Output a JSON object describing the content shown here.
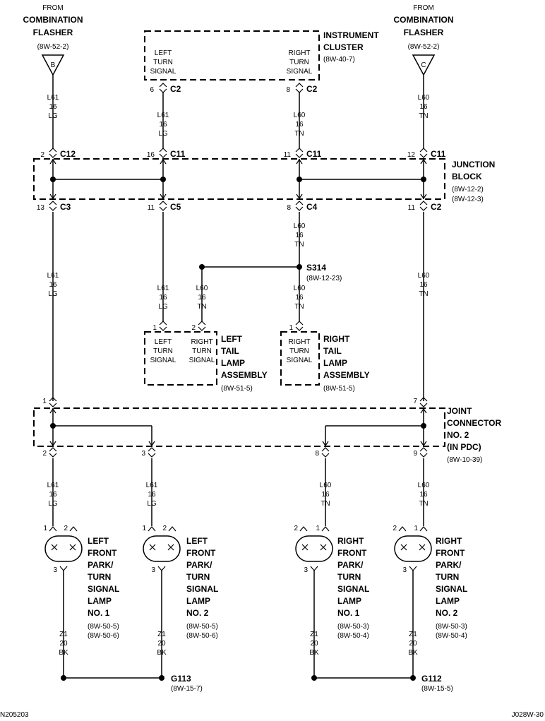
{
  "flashers": {
    "left": {
      "from": "FROM",
      "name1": "COMBINATION",
      "name2": "FLASHER",
      "ref": "(8W-52-2)",
      "pin": "B"
    },
    "right": {
      "from": "FROM",
      "name1": "COMBINATION",
      "name2": "FLASHER",
      "ref": "(8W-52-2)",
      "pin": "C"
    }
  },
  "cluster": {
    "title1": "INSTRUMENT",
    "title2": "CLUSTER",
    "ref": "(8W-40-7)",
    "left": [
      "LEFT",
      "TURN",
      "SIGNAL"
    ],
    "right": [
      "RIGHT",
      "TURN",
      "SIGNAL"
    ],
    "left_pin": "6",
    "left_conn": "C2",
    "right_pin": "8",
    "right_conn": "C2"
  },
  "wires": {
    "w1": [
      "L61",
      "16",
      "LG"
    ],
    "w2": [
      "L61",
      "16",
      "LG"
    ],
    "w3": [
      "L60",
      "16",
      "TN"
    ],
    "w4": [
      "L60",
      "16",
      "TN"
    ],
    "w5": [
      "L60",
      "16",
      "TN"
    ],
    "w6": [
      "L61",
      "16",
      "LG"
    ],
    "w7": [
      "L61",
      "16",
      "LG"
    ],
    "w8": [
      "L60",
      "16",
      "TN"
    ],
    "w9": [
      "L60",
      "16",
      "TN"
    ],
    "w10": [
      "L60",
      "16",
      "TN"
    ],
    "w11": [
      "L61",
      "16",
      "LG"
    ],
    "w12": [
      "L61",
      "16",
      "LG"
    ],
    "w13": [
      "L60",
      "16",
      "TN"
    ],
    "w14": [
      "L60",
      "16",
      "TN"
    ],
    "g1": [
      "Z1",
      "20",
      "BK"
    ],
    "g2": [
      "Z1",
      "20",
      "BK"
    ],
    "g3": [
      "Z1",
      "20",
      "BK"
    ],
    "g4": [
      "Z1",
      "20",
      "BK"
    ]
  },
  "junction": {
    "title1": "JUNCTION",
    "title2": "BLOCK",
    "ref1": "(8W-12-2)",
    "ref2": "(8W-12-3)",
    "top": [
      {
        "pin": "2",
        "conn": "C12"
      },
      {
        "pin": "16",
        "conn": "C11"
      },
      {
        "pin": "11",
        "conn": "C11"
      },
      {
        "pin": "12",
        "conn": "C11"
      }
    ],
    "bottom": [
      {
        "pin": "13",
        "conn": "C3"
      },
      {
        "pin": "11",
        "conn": "C5"
      },
      {
        "pin": "8",
        "conn": "C4"
      },
      {
        "pin": "11",
        "conn": "C2"
      }
    ]
  },
  "splice": {
    "name": "S314",
    "ref": "(8W-12-23)"
  },
  "left_tail": {
    "pin1": "1",
    "pin2": "2",
    "left": [
      "LEFT",
      "TURN",
      "SIGNAL"
    ],
    "right": [
      "RIGHT",
      "TURN",
      "SIGNAL"
    ],
    "title": [
      "LEFT",
      "TAIL",
      "LAMP",
      "ASSEMBLY"
    ],
    "ref": "(8W-51-5)"
  },
  "right_tail": {
    "pin1": "1",
    "inner": [
      "RIGHT",
      "TURN",
      "SIGNAL"
    ],
    "title": [
      "RIGHT",
      "TAIL",
      "LAMP",
      "ASSEMBLY"
    ],
    "ref": "(8W-51-5)"
  },
  "joint": {
    "title": [
      "JOINT",
      "CONNECTOR",
      "NO. 2",
      "(IN PDC)"
    ],
    "ref": "(8W-10-39)",
    "pins_top": [
      "1",
      "7"
    ],
    "pins_bottom": [
      "2",
      "3",
      "8",
      "9"
    ]
  },
  "lamps": [
    {
      "pin_in": "1",
      "pin_x": "2",
      "pin_g": "3",
      "title": [
        "LEFT",
        "FRONT",
        "PARK/",
        "TURN",
        "SIGNAL",
        "LAMP",
        "NO. 1"
      ],
      "ref1": "(8W-50-5)",
      "ref2": "(8W-50-6)"
    },
    {
      "pin_in": "1",
      "pin_x": "2",
      "pin_g": "3",
      "title": [
        "LEFT",
        "FRONT",
        "PARK/",
        "TURN",
        "SIGNAL",
        "LAMP",
        "NO. 2"
      ],
      "ref1": "(8W-50-5)",
      "ref2": "(8W-50-6)"
    },
    {
      "pin_in": "1",
      "pin_x": "2",
      "pin_g": "3",
      "title": [
        "RIGHT",
        "FRONT",
        "PARK/",
        "TURN",
        "SIGNAL",
        "LAMP",
        "NO. 1"
      ],
      "ref1": "(8W-50-3)",
      "ref2": "(8W-50-4)"
    },
    {
      "pin_in": "1",
      "pin_x": "2",
      "pin_g": "3",
      "title": [
        "RIGHT",
        "FRONT",
        "PARK/",
        "TURN",
        "SIGNAL",
        "LAMP",
        "NO. 2"
      ],
      "ref1": "(8W-50-3)",
      "ref2": "(8W-50-4)"
    }
  ],
  "grounds": [
    {
      "name": "G113",
      "ref": "(8W-15-7)"
    },
    {
      "name": "G112",
      "ref": "(8W-15-5)"
    }
  ],
  "footer": {
    "left_code": "N205203",
    "right_code": "J028W-30"
  }
}
